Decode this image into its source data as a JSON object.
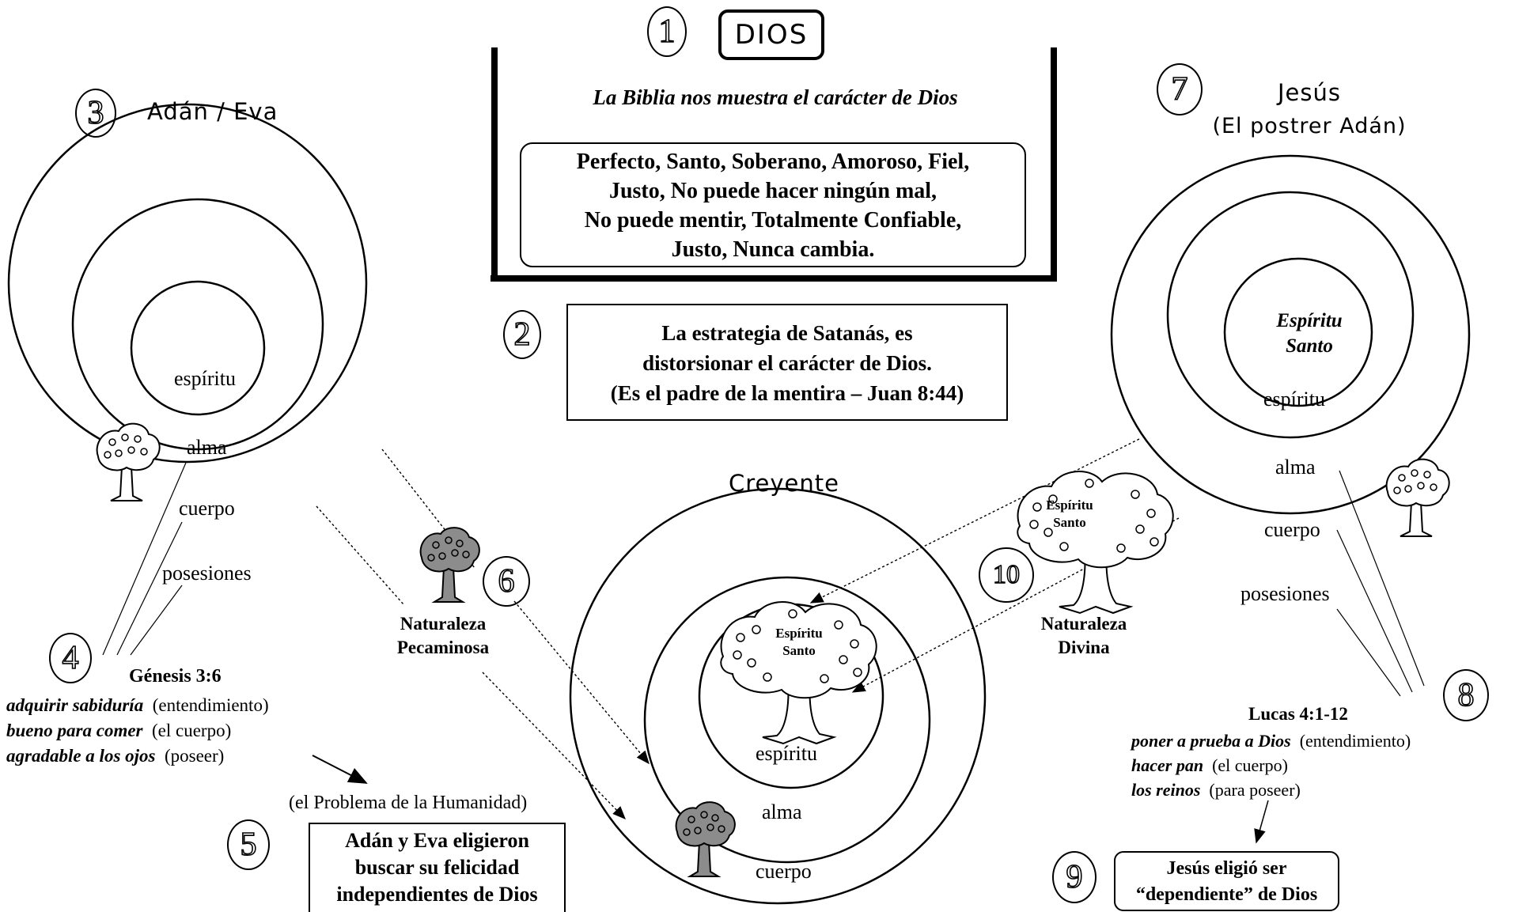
{
  "numbers": [
    "1",
    "2",
    "3",
    "4",
    "5",
    "6",
    "7",
    "8",
    "9",
    "10"
  ],
  "dios": {
    "title": "DIOS",
    "subtitle": "La Biblia nos muestra el carácter de Dios",
    "attributes": [
      "Perfecto, Santo, Soberano, Amoroso, Fiel,",
      "Justo, No puede hacer ningún mal,",
      "No puede mentir, Totalmente Confiable,",
      "Justo, Nunca cambia."
    ]
  },
  "satan": {
    "lines": [
      "La estrategia de Satanás, es",
      "distorsionar el carácter de Dios.",
      "(Es el padre de la mentira – Juan 8:44)"
    ]
  },
  "adan": {
    "title": "Adán / Eva",
    "rings": [
      "espíritu",
      "alma",
      "cuerpo",
      "posesiones"
    ]
  },
  "genesis": {
    "ref": "Génesis 3:6",
    "items": [
      {
        "em": "adquirir sabiduría",
        "note": "(entendimiento)"
      },
      {
        "em": "bueno para comer",
        "note": "(el cuerpo)"
      },
      {
        "em": "agradable a los ojos",
        "note": "(poseer)"
      }
    ]
  },
  "problem": {
    "caption": "(el Problema de la Humanidad)",
    "lines": [
      "Adán y Eva eligieron",
      "buscar su felicidad",
      "independientes de Dios"
    ]
  },
  "sinful_nature": {
    "lines": [
      "Naturaleza",
      "Pecaminosa"
    ]
  },
  "creyente": {
    "title": "Creyente",
    "tree_label": [
      "Espíritu",
      "Santo"
    ],
    "rings": [
      "espíritu",
      "alma",
      "cuerpo"
    ]
  },
  "divine_nature": {
    "tree_label": [
      "Espíritu",
      "Santo"
    ],
    "lines": [
      "Naturaleza",
      "Divina"
    ]
  },
  "jesus": {
    "title": "Jesús",
    "subtitle": "(El postrer Adán)",
    "spirit_label": [
      "Espíritu",
      "Santo"
    ],
    "rings": [
      "espíritu",
      "alma",
      "cuerpo",
      "posesiones"
    ]
  },
  "lucas": {
    "ref": "Lucas 4:1-12",
    "items": [
      {
        "em": "poner a prueba a Dios",
        "note": "(entendimiento)"
      },
      {
        "em": "hacer pan",
        "note": "(el cuerpo)"
      },
      {
        "em": "los reinos",
        "note": "(para poseer)"
      }
    ]
  },
  "jesus_choice": {
    "lines": [
      "Jesús eligió ser",
      "“dependiente” de Dios"
    ]
  },
  "colors": {
    "ink": "#000000",
    "tree_fill": "#8c8c8c",
    "paper": "#ffffff"
  }
}
